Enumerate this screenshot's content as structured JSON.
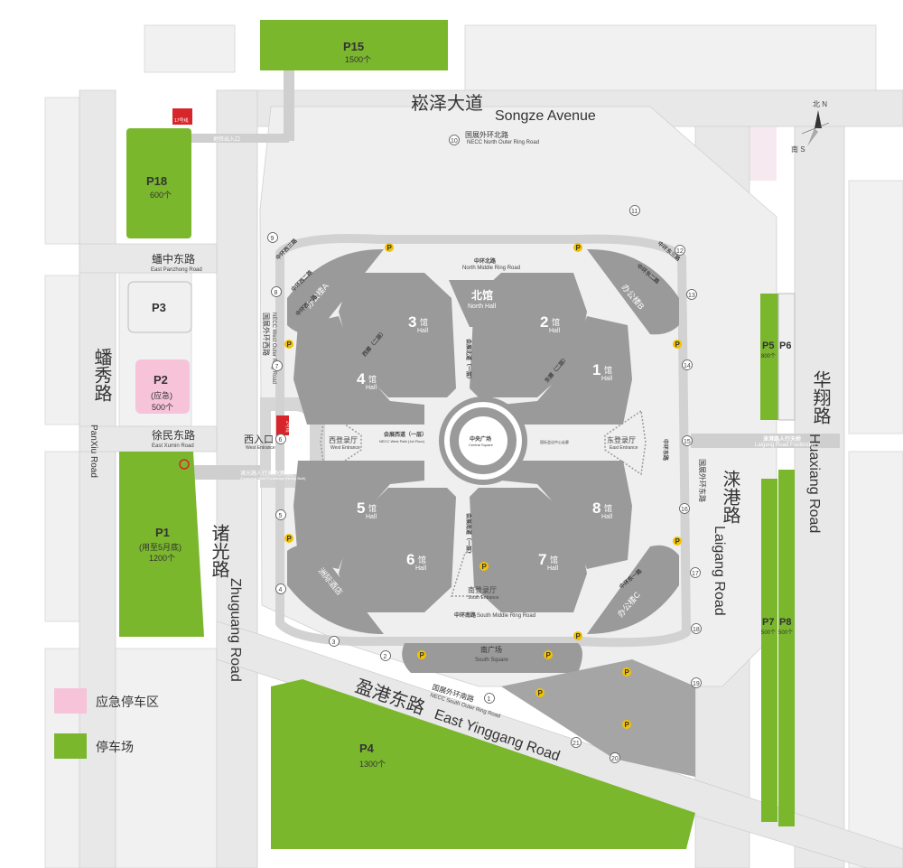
{
  "colors": {
    "parking": "#7ab72d",
    "emergency": "#f6c3d9",
    "hall": "#9a9a9a",
    "road": "#e9e9e9",
    "block": "#f0f0f0",
    "badge": "#f2c200",
    "metro": "#d7262b"
  },
  "roads": {
    "songze_cn": "崧泽大道",
    "songze_en": "Songze Avenue",
    "zhuguang_cn": "诸光路",
    "zhuguang_en": "Zhuguang Road",
    "laigang_cn": "涞港路",
    "laigang_en": "Laigang Road",
    "huaxiang_cn": "华翔路",
    "huaxiang_en": "Huaxiang Road",
    "panxiu_cn": "蟠秀路",
    "panxiu_en": "PanXiu Road",
    "yinggang_cn": "盈港东路",
    "yinggang_en": "East Yinggang Road",
    "panzhong_cn": "蟠中东路",
    "panzhong_en": "East Panzhong Road",
    "xumin_cn": "徐民东路",
    "xumin_en": "East Xumin Road",
    "north_outer_cn": "国展外环北路",
    "north_outer_en": "NECC North Outer Ring Road",
    "west_outer_cn": "国展外环西路",
    "west_outer_en": "NECC West Outer Ring Road",
    "east_outer_cn": "国展外环东路",
    "south_outer_cn": "国展外环南路",
    "south_outer_en": "NECC South Outer Ring Road",
    "north_middle_cn": "中环北路",
    "north_middle_en": "North Middle Ring Road",
    "south_middle_cn": "中环南路",
    "south_middle_en": "South Middle Ring Road",
    "west_middle_cn": "中环西路",
    "east_middle_cn": "中环东路",
    "laigang_bridge_cn": "涞港路人行天桥",
    "laigang_bridge_en": "Laigang Road Footbridge",
    "zhuguang_bridge_cn": "诸光路人行天桥(新建)",
    "zhuguang_bridge_en": "Zhuguang Road Footbridge (Newly Built)",
    "metro_entrance": "地铁出入口"
  },
  "halls": {
    "h1": "1",
    "h2": "2",
    "h3": "3",
    "h4": "4",
    "h5": "5",
    "h6": "6",
    "h7": "7",
    "h8": "8",
    "suffix": "馆",
    "hall_en": "Hall",
    "north_hall_cn": "北馆",
    "north_hall_en": "North Hall",
    "central_cn": "中央广场",
    "central_en": "Central Square",
    "south_square_cn": "南广场",
    "south_square_en": "South Square",
    "west_hall_cn": "西登录厅",
    "west_hall_en": "West Entrance",
    "east_hall_cn": "东登录厅",
    "east_hall_en": "East Entrance",
    "south_hall_cn": "南登录厅",
    "south_hall_en": "South Entrance",
    "office_a": "办公楼A",
    "office_b": "办公楼B",
    "office_c": "办公楼C",
    "hotel": "洲际酒店",
    "west_entry_cn": "西入口",
    "west_entry_en": "West Entrance",
    "west_corridor_cn": "会展西道（一层）",
    "west_corridor_en": "NECC West Path (1st Floor)",
    "east_corridor_cn": "国际会议中心走廊",
    "north_corridor_cn": "会展北道（一层）",
    "south_corridor_cn": "会展南道（一层）",
    "west_concourse": "西廊（二层）",
    "east_concourse": "东廊（二层）",
    "ring1": "中环东一路",
    "ring2": "中环东二路",
    "ring3": "中环东三路",
    "ring_w1": "中环西一路",
    "ring_w2": "中环西二路",
    "ring_w3": "中环西三路"
  },
  "parking": {
    "p15_name": "P15",
    "p15_cap": "1500个",
    "p18_name": "P18",
    "p18_cap": "600个",
    "p3_name": "P3",
    "p2_name": "P2",
    "p2_note": "(应急)",
    "p2_cap": "500个",
    "p1_name": "P1",
    "p1_note": "(用至5月底)",
    "p1_cap": "1200个",
    "p4_name": "P4",
    "p4_cap": "1300个",
    "p5_name": "P5",
    "p5_cap": "800个",
    "p6_name": "P6",
    "p7_name": "P7",
    "p7_cap": "500个",
    "p8_name": "P8",
    "p8_cap": "500个",
    "badge": "P"
  },
  "metro": {
    "line17": "17号线",
    "line2": "2号线"
  },
  "compass": {
    "north": "北 N",
    "south": "南 S"
  },
  "numbers": [
    "1",
    "2",
    "3",
    "4",
    "5",
    "6",
    "7",
    "8",
    "9",
    "10",
    "11",
    "12",
    "13",
    "14",
    "15",
    "16",
    "17",
    "18",
    "19",
    "20",
    "21"
  ],
  "legend": {
    "emergency": "应急停车区",
    "parking": "停车场"
  }
}
